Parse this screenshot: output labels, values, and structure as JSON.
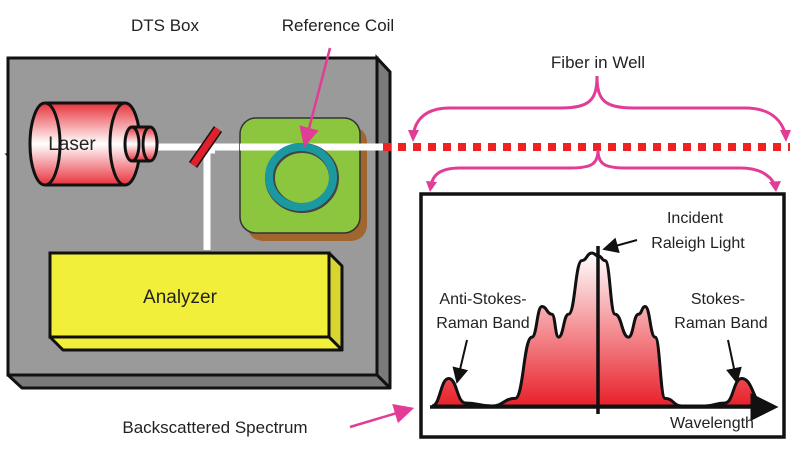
{
  "labels": {
    "dts_box": "DTS Box",
    "reference_coil": "Reference Coil",
    "fiber_in_well": "Fiber in Well",
    "laser": "Laser",
    "analyzer": "Analyzer",
    "backscattered_spectrum": "Backscattered Spectrum",
    "incident_line1": "Incident",
    "incident_line2": "Raleigh Light",
    "anti_stokes_line1": "Anti-Stokes-",
    "anti_stokes_line2": "Raman Band",
    "stokes_line1": "Stokes-",
    "stokes_line2": "Raman Band",
    "wavelength": "Wavelength"
  },
  "colors": {
    "box_gray": "#999999",
    "box_side": "#7a7a7a",
    "laser_red": "#e8323c",
    "mirror_red": "#e0202a",
    "coil_green": "#8cc63f",
    "coil_shadow": "#a0662e",
    "coil_ring": "#1a9aa0",
    "analyzer_yellow": "#f2ef3a",
    "analyzer_side": "#d9d530",
    "fiber_red": "#ee2222",
    "callout_pink": "#e23c96",
    "spectrum_red": "#e8202a"
  },
  "chart_data": {
    "type": "area",
    "title": "Backscattered Spectrum",
    "xlabel": "Wavelength",
    "ylabel": "",
    "annotations": [
      "Incident Raleigh Light",
      "Anti-Stokes-Raman Band",
      "Stokes-Raman Band"
    ],
    "x": [
      0,
      0.05,
      0.1,
      0.18,
      0.25,
      0.3,
      0.33,
      0.36,
      0.38,
      0.41,
      0.45,
      0.48,
      0.5,
      0.52,
      0.55,
      0.59,
      0.62,
      0.64,
      0.67,
      0.7,
      0.75,
      0.82,
      0.88,
      0.93,
      1.0
    ],
    "values": [
      0,
      0.18,
      0.02,
      0,
      0.05,
      0.45,
      0.65,
      0.6,
      0.45,
      0.6,
      0.95,
      1.0,
      0.98,
      0.95,
      0.6,
      0.45,
      0.6,
      0.65,
      0.45,
      0.05,
      0,
      0,
      0.02,
      0.18,
      0
    ]
  }
}
